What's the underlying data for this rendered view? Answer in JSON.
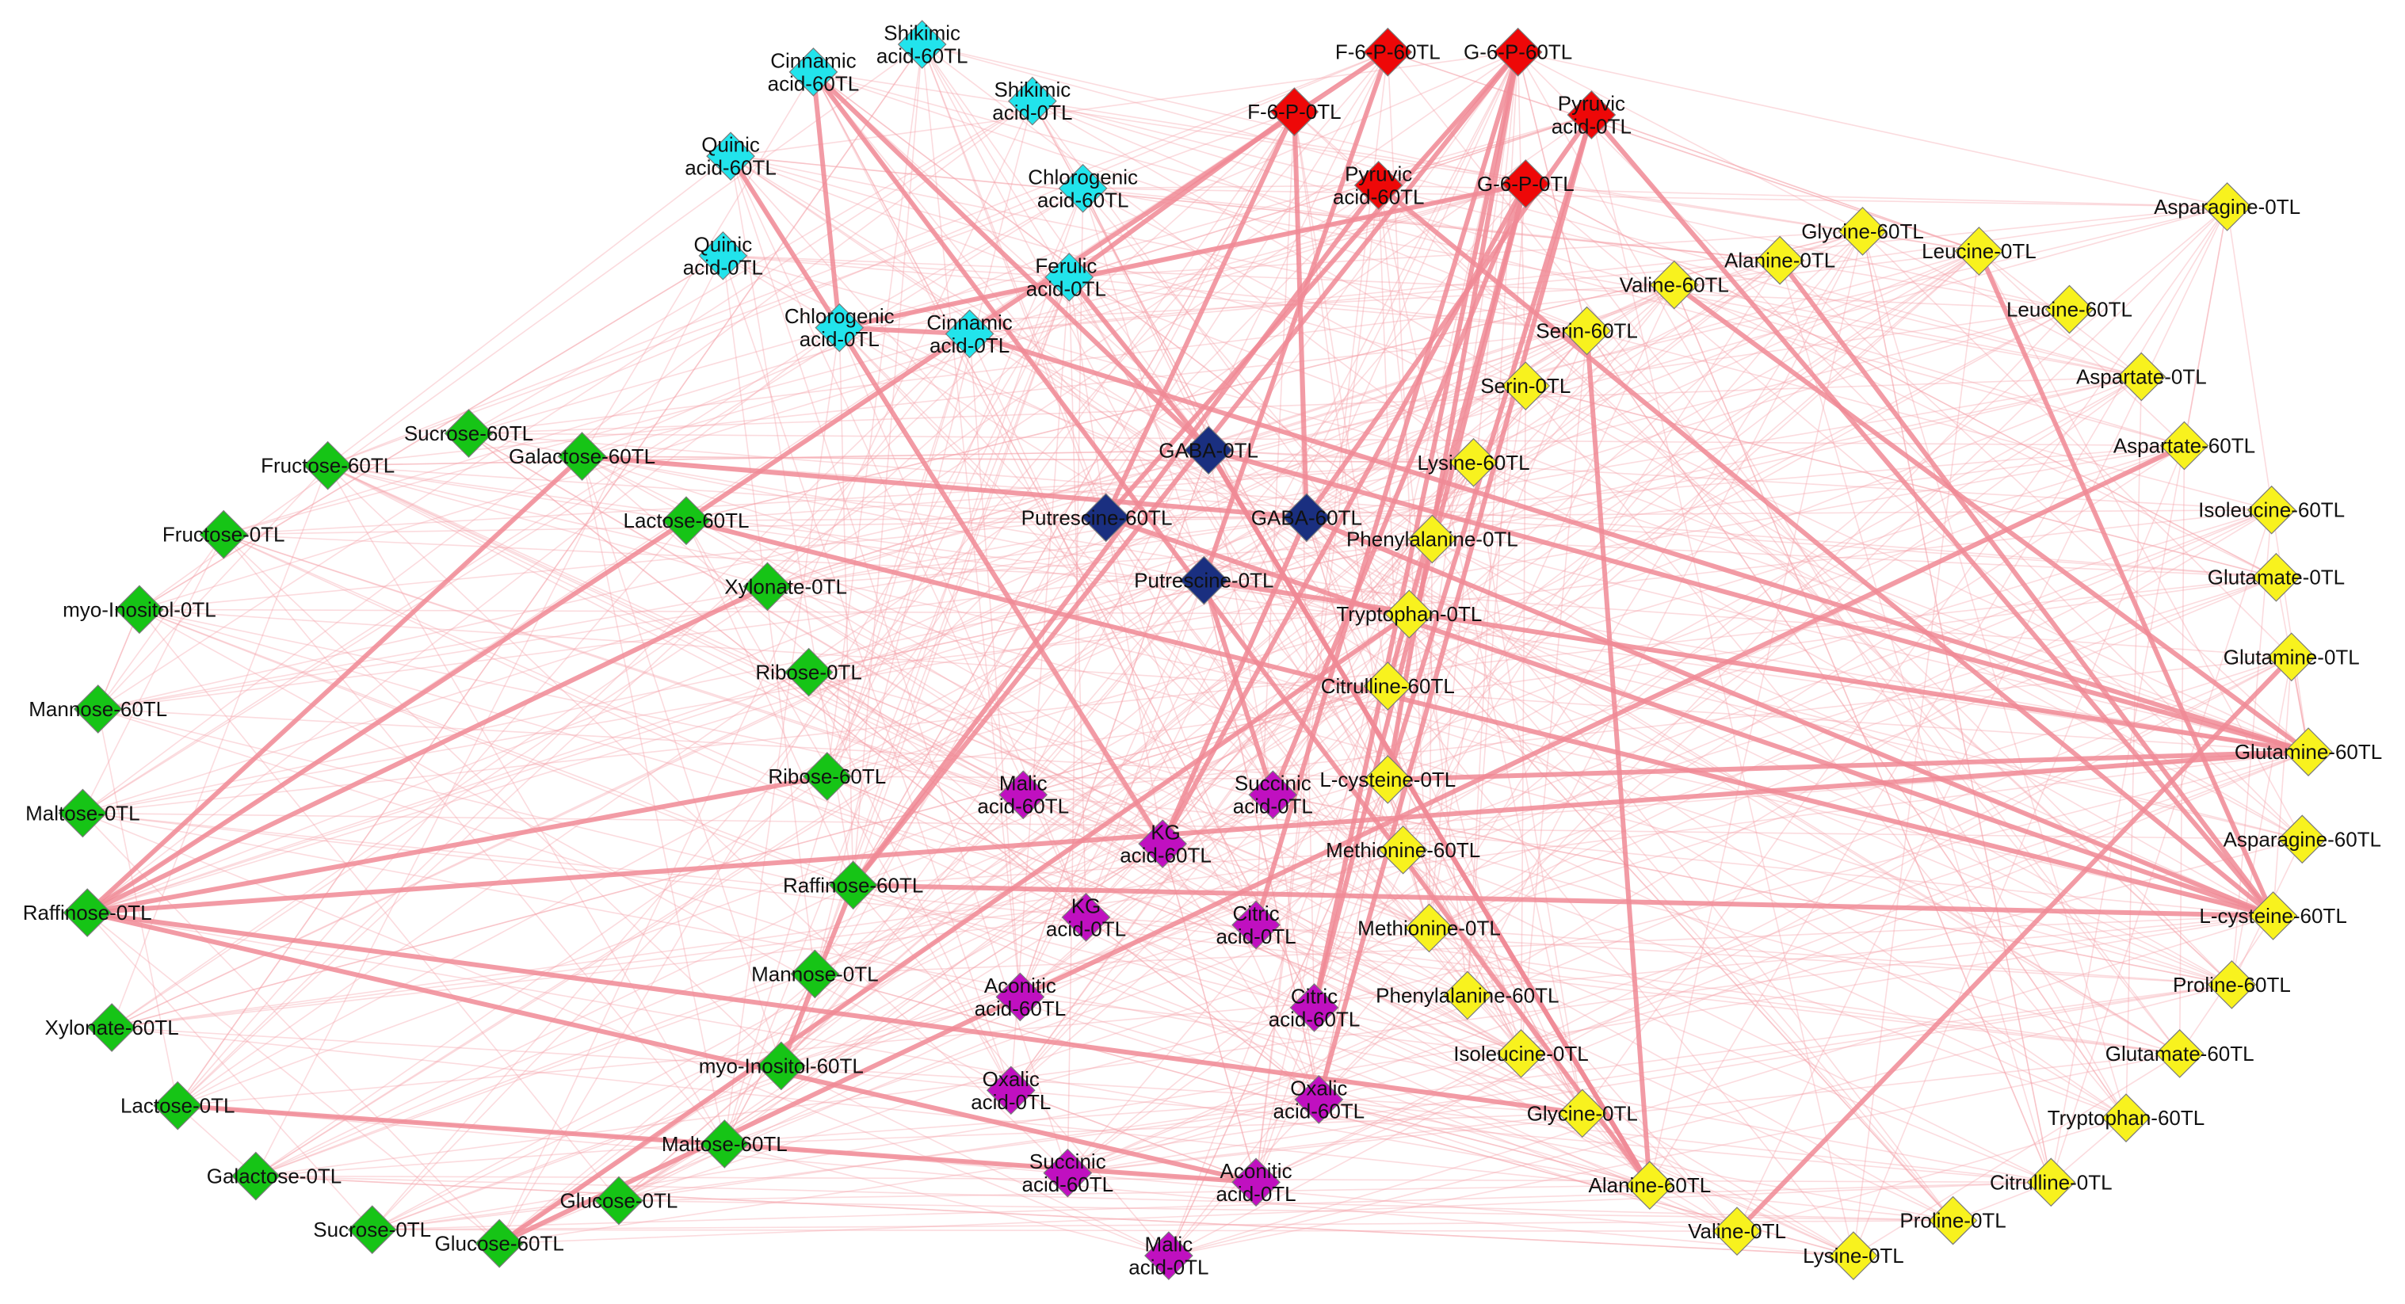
{
  "colors": {
    "edge": "#f4a0a8",
    "edge_strong": "#f08a95",
    "node_stroke": "#7a7a7a",
    "group_cyan": "#22e4ec",
    "group_red": "#ee0808",
    "group_green": "#16c416",
    "group_navy": "#1a2f80",
    "group_yellow": "#f8f21e",
    "group_magenta": "#c010c0"
  },
  "nodes": [
    {
      "id": "shikimic-60",
      "lines": [
        "Shikimic",
        "acid-60TL"
      ],
      "group": "cyan"
    },
    {
      "id": "cinnamic-60",
      "lines": [
        "Cinnamic",
        "acid-60TL"
      ],
      "group": "cyan"
    },
    {
      "id": "shikimic-0",
      "lines": [
        "Shikimic",
        "acid-0TL"
      ],
      "group": "cyan"
    },
    {
      "id": "quinic-60",
      "lines": [
        "Quinic",
        "acid-60TL"
      ],
      "group": "cyan"
    },
    {
      "id": "chlorogenic-60",
      "lines": [
        "Chlorogenic",
        "acid-60TL"
      ],
      "group": "cyan"
    },
    {
      "id": "quinic-0",
      "lines": [
        "Quinic",
        "acid-0TL"
      ],
      "group": "cyan"
    },
    {
      "id": "ferulic-0",
      "lines": [
        "Ferulic",
        "acid-0TL"
      ],
      "group": "cyan"
    },
    {
      "id": "chlorogenic-0",
      "lines": [
        "Chlorogenic",
        "acid-0TL"
      ],
      "group": "cyan"
    },
    {
      "id": "cinnamic-0",
      "lines": [
        "Cinnamic",
        "acid-0TL"
      ],
      "group": "cyan"
    },
    {
      "id": "f6p-60",
      "lines": [
        "F-6-P-60TL"
      ],
      "group": "red"
    },
    {
      "id": "g6p-60",
      "lines": [
        "G-6-P-60TL"
      ],
      "group": "red"
    },
    {
      "id": "f6p-0",
      "lines": [
        "F-6-P-0TL"
      ],
      "group": "red"
    },
    {
      "id": "pyruvic-0",
      "lines": [
        "Pyruvic",
        "acid-0TL"
      ],
      "group": "red"
    },
    {
      "id": "pyruvic-60",
      "lines": [
        "Pyruvic",
        "acid-60TL"
      ],
      "group": "red"
    },
    {
      "id": "g6p-0",
      "lines": [
        "G-6-P-0TL"
      ],
      "group": "red"
    },
    {
      "id": "gaba-0",
      "lines": [
        "GABA-0TL"
      ],
      "group": "navy"
    },
    {
      "id": "putrescine-60",
      "lines": [
        "Putrescine-60TL"
      ],
      "group": "navy"
    },
    {
      "id": "gaba-60",
      "lines": [
        "GABA-60TL"
      ],
      "group": "navy"
    },
    {
      "id": "putrescine-0",
      "lines": [
        "Putrescine-0TL"
      ],
      "group": "navy"
    },
    {
      "id": "sucrose-60",
      "lines": [
        "Sucrose-60TL"
      ],
      "group": "green"
    },
    {
      "id": "fructose-60",
      "lines": [
        "Fructose-60TL"
      ],
      "group": "green"
    },
    {
      "id": "galactose-60",
      "lines": [
        "Galactose-60TL"
      ],
      "group": "green"
    },
    {
      "id": "lactose-60",
      "lines": [
        "Lactose-60TL"
      ],
      "group": "green"
    },
    {
      "id": "fructose-0",
      "lines": [
        "Fructose-0TL"
      ],
      "group": "green"
    },
    {
      "id": "xylonate-0",
      "lines": [
        "Xylonate-0TL"
      ],
      "group": "green"
    },
    {
      "id": "myoinositol-0",
      "lines": [
        "myo-Inositol-0TL"
      ],
      "group": "green"
    },
    {
      "id": "ribose-0",
      "lines": [
        "Ribose-0TL"
      ],
      "group": "green"
    },
    {
      "id": "mannose-60",
      "lines": [
        "Mannose-60TL"
      ],
      "group": "green"
    },
    {
      "id": "ribose-60",
      "lines": [
        "Ribose-60TL"
      ],
      "group": "green"
    },
    {
      "id": "maltose-0",
      "lines": [
        "Maltose-0TL"
      ],
      "group": "green"
    },
    {
      "id": "raffinose-60",
      "lines": [
        "Raffinose-60TL"
      ],
      "group": "green"
    },
    {
      "id": "raffinose-0",
      "lines": [
        "Raffinose-0TL"
      ],
      "group": "green"
    },
    {
      "id": "mannose-0",
      "lines": [
        "Mannose-0TL"
      ],
      "group": "green"
    },
    {
      "id": "xylonate-60",
      "lines": [
        "Xylonate-60TL"
      ],
      "group": "green"
    },
    {
      "id": "myoinositol-60",
      "lines": [
        "myo-Inositol-60TL"
      ],
      "group": "green"
    },
    {
      "id": "lactose-0",
      "lines": [
        "Lactose-0TL"
      ],
      "group": "green"
    },
    {
      "id": "maltose-60",
      "lines": [
        "Maltose-60TL"
      ],
      "group": "green"
    },
    {
      "id": "galactose-0",
      "lines": [
        "Galactose-0TL"
      ],
      "group": "green"
    },
    {
      "id": "glucose-0",
      "lines": [
        "Glucose-0TL"
      ],
      "group": "green"
    },
    {
      "id": "sucrose-0",
      "lines": [
        "Sucrose-0TL"
      ],
      "group": "green"
    },
    {
      "id": "glucose-60",
      "lines": [
        "Glucose-60TL"
      ],
      "group": "green"
    },
    {
      "id": "malic-60",
      "lines": [
        "Malic",
        "acid-60TL"
      ],
      "group": "magenta"
    },
    {
      "id": "succinic-0",
      "lines": [
        "Succinic",
        "acid-0TL"
      ],
      "group": "magenta"
    },
    {
      "id": "kg-60",
      "lines": [
        "KG",
        "acid-60TL"
      ],
      "group": "magenta"
    },
    {
      "id": "kg-0",
      "lines": [
        "KG",
        "acid-0TL"
      ],
      "group": "magenta"
    },
    {
      "id": "citric-0",
      "lines": [
        "Citric",
        "acid-0TL"
      ],
      "group": "magenta"
    },
    {
      "id": "aconitic-60",
      "lines": [
        "Aconitic",
        "acid-60TL"
      ],
      "group": "magenta"
    },
    {
      "id": "citric-60",
      "lines": [
        "Citric",
        "acid-60TL"
      ],
      "group": "magenta"
    },
    {
      "id": "oxalic-0",
      "lines": [
        "Oxalic",
        "acid-0TL"
      ],
      "group": "magenta"
    },
    {
      "id": "oxalic-60",
      "lines": [
        "Oxalic",
        "acid-60TL"
      ],
      "group": "magenta"
    },
    {
      "id": "succinic-60",
      "lines": [
        "Succinic",
        "acid-60TL"
      ],
      "group": "magenta"
    },
    {
      "id": "aconitic-0",
      "lines": [
        "Aconitic",
        "acid-0TL"
      ],
      "group": "magenta"
    },
    {
      "id": "malic-0",
      "lines": [
        "Malic",
        "acid-0TL"
      ],
      "group": "magenta"
    },
    {
      "id": "asparagine-0",
      "lines": [
        "Asparagine-0TL"
      ],
      "group": "yellow"
    },
    {
      "id": "glycine-60",
      "lines": [
        "Glycine-60TL"
      ],
      "group": "yellow"
    },
    {
      "id": "leucine-0",
      "lines": [
        "Leucine-0TL"
      ],
      "group": "yellow"
    },
    {
      "id": "alanine-0",
      "lines": [
        "Alanine-0TL"
      ],
      "group": "yellow"
    },
    {
      "id": "valine-60",
      "lines": [
        "Valine-60TL"
      ],
      "group": "yellow"
    },
    {
      "id": "leucine-60",
      "lines": [
        "Leucine-60TL"
      ],
      "group": "yellow"
    },
    {
      "id": "serin-60",
      "lines": [
        "Serin-60TL"
      ],
      "group": "yellow"
    },
    {
      "id": "aspartate-0",
      "lines": [
        "Aspartate-0TL"
      ],
      "group": "yellow"
    },
    {
      "id": "serin-0",
      "lines": [
        "Serin-0TL"
      ],
      "group": "yellow"
    },
    {
      "id": "aspartate-60",
      "lines": [
        "Aspartate-60TL"
      ],
      "group": "yellow"
    },
    {
      "id": "lysine-60",
      "lines": [
        "Lysine-60TL"
      ],
      "group": "yellow"
    },
    {
      "id": "isoleucine-60",
      "lines": [
        "Isoleucine-60TL"
      ],
      "group": "yellow"
    },
    {
      "id": "phenylalanine-0",
      "lines": [
        "Phenylalanine-0TL"
      ],
      "group": "yellow"
    },
    {
      "id": "glutamate-0",
      "lines": [
        "Glutamate-0TL"
      ],
      "group": "yellow"
    },
    {
      "id": "tryptophan-0",
      "lines": [
        "Tryptophan-0TL"
      ],
      "group": "yellow"
    },
    {
      "id": "glutamine-0",
      "lines": [
        "Glutamine-0TL"
      ],
      "group": "yellow"
    },
    {
      "id": "citrulline-60",
      "lines": [
        "Citrulline-60TL"
      ],
      "group": "yellow"
    },
    {
      "id": "glutamine-60",
      "lines": [
        "Glutamine-60TL"
      ],
      "group": "yellow"
    },
    {
      "id": "lcysteine-0",
      "lines": [
        "L-cysteine-0TL"
      ],
      "group": "yellow"
    },
    {
      "id": "asparagine-60",
      "lines": [
        "Asparagine-60TL"
      ],
      "group": "yellow"
    },
    {
      "id": "methionine-60",
      "lines": [
        "Methionine-60TL"
      ],
      "group": "yellow"
    },
    {
      "id": "lcysteine-60",
      "lines": [
        "L-cysteine-60TL"
      ],
      "group": "yellow"
    },
    {
      "id": "methionine-0",
      "lines": [
        "Methionine-0TL"
      ],
      "group": "yellow"
    },
    {
      "id": "proline-60",
      "lines": [
        "Proline-60TL"
      ],
      "group": "yellow"
    },
    {
      "id": "phenylalanine-60",
      "lines": [
        "Phenylalanine-60TL"
      ],
      "group": "yellow"
    },
    {
      "id": "glutamate-60",
      "lines": [
        "Glutamate-60TL"
      ],
      "group": "yellow"
    },
    {
      "id": "isoleucine-0",
      "lines": [
        "Isoleucine-0TL"
      ],
      "group": "yellow"
    },
    {
      "id": "glycine-0",
      "lines": [
        "Glycine-0TL"
      ],
      "group": "yellow"
    },
    {
      "id": "tryptophan-60",
      "lines": [
        "Tryptophan-60TL"
      ],
      "group": "yellow"
    },
    {
      "id": "alanine-60",
      "lines": [
        "Alanine-60TL"
      ],
      "group": "yellow"
    },
    {
      "id": "citrulline-0",
      "lines": [
        "Citrulline-0TL"
      ],
      "group": "yellow"
    },
    {
      "id": "proline-0",
      "lines": [
        "Proline-0TL"
      ],
      "group": "yellow"
    },
    {
      "id": "valine-0",
      "lines": [
        "Valine-0TL"
      ],
      "group": "yellow"
    },
    {
      "id": "lysine-0",
      "lines": [
        "Lysine-0TL"
      ],
      "group": "yellow"
    }
  ],
  "strong_edges": [
    [
      "cinnamic-60",
      "chlorogenic-0"
    ],
    [
      "cinnamic-60",
      "gaba-0"
    ],
    [
      "cinnamic-60",
      "alanine-60"
    ],
    [
      "quinic-60",
      "chlorogenic-0"
    ],
    [
      "chlorogenic-0",
      "cinnamic-0"
    ],
    [
      "chlorogenic-0",
      "kg-60"
    ],
    [
      "chlorogenic-0",
      "g6p-0"
    ],
    [
      "ferulic-0",
      "gaba-0"
    ],
    [
      "ferulic-0",
      "f6p-0"
    ],
    [
      "cinnamic-0",
      "glutamine-60"
    ],
    [
      "g6p-60",
      "putrescine-60"
    ],
    [
      "g6p-60",
      "raffinose-60"
    ],
    [
      "g6p-60",
      "lcysteine-0"
    ],
    [
      "f6p-60",
      "putrescine-0"
    ],
    [
      "f6p-60",
      "lactose-60"
    ],
    [
      "f6p-0",
      "putrescine-60"
    ],
    [
      "f6p-0",
      "gaba-60"
    ],
    [
      "pyruvic-0",
      "gaba-60"
    ],
    [
      "pyruvic-0",
      "oxalic-60"
    ],
    [
      "pyruvic-0",
      "lcysteine-60"
    ],
    [
      "pyruvic-60",
      "raffinose-60"
    ],
    [
      "pyruvic-60",
      "lcysteine-60"
    ],
    [
      "g6p-0",
      "citric-60"
    ],
    [
      "g6p-0",
      "kg-60"
    ],
    [
      "g6p-0",
      "citrulline-60"
    ],
    [
      "gaba-0",
      "alanine-60"
    ],
    [
      "gaba-0",
      "glutamine-60"
    ],
    [
      "gaba-60",
      "lcysteine-60"
    ],
    [
      "putrescine-60",
      "lcysteine-60"
    ],
    [
      "putrescine-0",
      "glutamine-60"
    ],
    [
      "putrescine-0",
      "succinic-0"
    ],
    [
      "raffinose-0",
      "galactose-60"
    ],
    [
      "raffinose-0",
      "lactose-60"
    ],
    [
      "raffinose-0",
      "xylonate-0"
    ],
    [
      "raffinose-0",
      "ribose-60"
    ],
    [
      "raffinose-0",
      "glutamine-60"
    ],
    [
      "raffinose-0",
      "glycine-0"
    ],
    [
      "raffinose-0",
      "aconitic-0"
    ],
    [
      "lactose-60",
      "lcysteine-60"
    ],
    [
      "glucose-60",
      "aspartate-60"
    ],
    [
      "glucose-60",
      "tryptophan-0"
    ],
    [
      "galactose-60",
      "gaba-60"
    ],
    [
      "alanine-0",
      "lcysteine-60"
    ],
    [
      "leucine-0",
      "lcysteine-60"
    ],
    [
      "valine-60",
      "glutamine-60"
    ],
    [
      "lcysteine-0",
      "glutamine-60"
    ],
    [
      "lcysteine-0",
      "pyruvic-0"
    ],
    [
      "citric-60",
      "g6p-60"
    ],
    [
      "alanine-60",
      "gaba-0"
    ],
    [
      "alanine-60",
      "serin-60"
    ],
    [
      "succinic-0",
      "g6p-0"
    ],
    [
      "raffinose-60",
      "lcysteine-60"
    ],
    [
      "myoinositol-60",
      "raffinose-60"
    ],
    [
      "lactose-0",
      "aconitic-0"
    ],
    [
      "valine-0",
      "glutamine-0"
    ],
    [
      "kg-60",
      "gaba-60"
    ],
    [
      "citric-0",
      "g6p-60"
    ]
  ]
}
